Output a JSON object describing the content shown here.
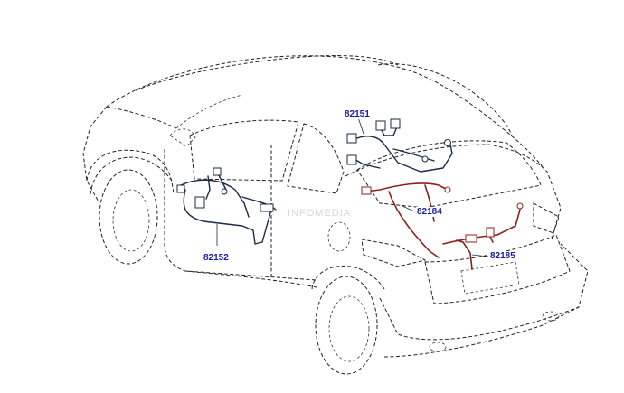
{
  "diagram": {
    "watermark": "INFOMEDIA",
    "parts": [
      {
        "id": "p82151",
        "number": "82151",
        "item": "harness-82151"
      },
      {
        "id": "p82152",
        "number": "82152",
        "item": "harness-82152"
      },
      {
        "id": "p82184",
        "number": "82184",
        "item": "harness-82184"
      },
      {
        "id": "p82185",
        "number": "82185",
        "item": "harness-82185"
      }
    ]
  },
  "colors": {
    "label": "#1a1aa8",
    "harness_dark": "#1b2a4a",
    "harness_red": "#8a2418",
    "outline": "#222222"
  }
}
